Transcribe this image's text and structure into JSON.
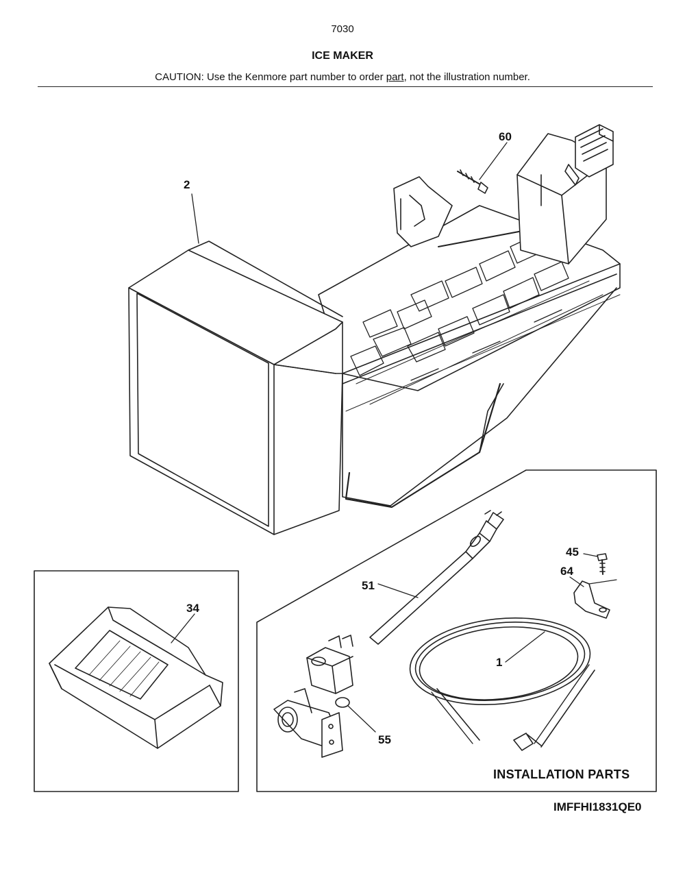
{
  "header": {
    "page_number": "7030",
    "title": "ICE MAKER",
    "caution_prefix": "CAUTION: Use the Kenmore part number to order ",
    "caution_link": "part",
    "caution_suffix": ", not the illustration number."
  },
  "callouts": {
    "c60": "60",
    "c2": "2",
    "c34": "34",
    "c45": "45",
    "c64": "64",
    "c51": "51",
    "c1": "1",
    "c55": "55"
  },
  "installation_label": "INSTALLATION PARTS",
  "drawing_code": "IMFFHI1831QE0"
}
